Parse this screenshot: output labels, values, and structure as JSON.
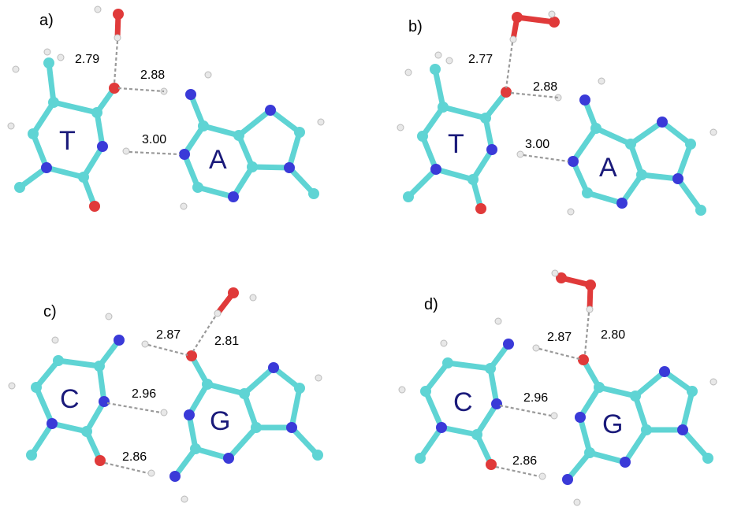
{
  "colors": {
    "carbon": "#5fd4d4",
    "nitrogen": "#3a3ad8",
    "oxygen": "#e03a3a",
    "hydrogen": "#e8e8e8",
    "hbond": "#9a9a9a",
    "base_label": "#1a1a7a"
  },
  "panels": [
    {
      "label": "a)",
      "bases": [
        "T",
        "A"
      ],
      "distances": [
        "2.79",
        "2.88",
        "3.00"
      ]
    },
    {
      "label": "b)",
      "bases": [
        "T",
        "A"
      ],
      "distances": [
        "2.77",
        "2.88",
        "3.00"
      ]
    },
    {
      "label": "c)",
      "bases": [
        "C",
        "G"
      ],
      "distances": [
        "2.87",
        "2.81",
        "2.96",
        "2.86"
      ]
    },
    {
      "label": "d)",
      "bases": [
        "C",
        "G"
      ],
      "distances": [
        "2.87",
        "2.80",
        "2.96",
        "2.86"
      ]
    }
  ]
}
